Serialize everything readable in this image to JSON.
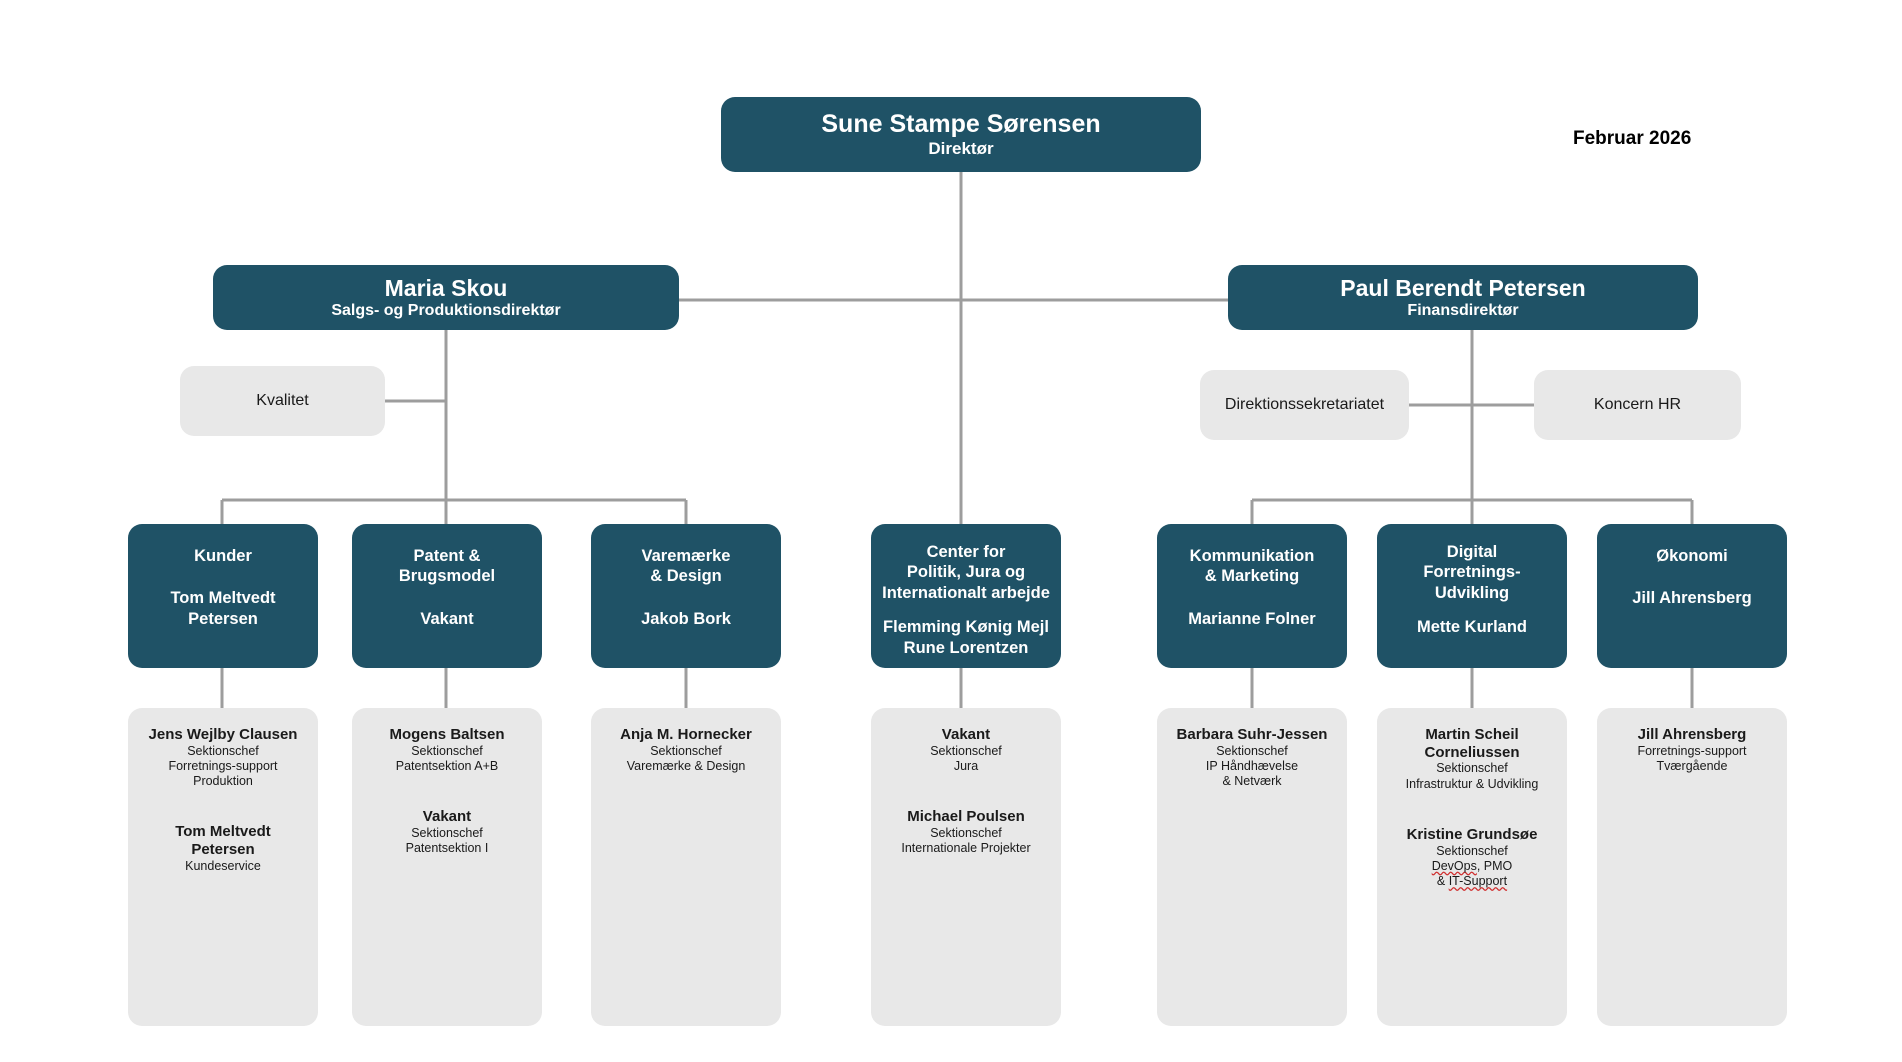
{
  "meta": {
    "date_label": "Februar 2026",
    "colors": {
      "teal": "#1f5266",
      "grey": "#e8e8e8",
      "line": "#9d9d9d",
      "text_dark": "#1a1a1a",
      "text_light": "#ffffff",
      "spellcheck": "#d03030"
    }
  },
  "executive": {
    "name": "Sune Stampe Sørensen",
    "title": "Direktør"
  },
  "directors": [
    {
      "name": "Maria Skou",
      "title": "Salgs- og Produktionsdirektør"
    },
    {
      "name": "Paul Berendt Petersen",
      "title": "Finansdirektør"
    }
  ],
  "staff_units": [
    {
      "label": "Kvalitet"
    },
    {
      "label": "Direktionssekretariatet"
    },
    {
      "label": "Koncern HR"
    }
  ],
  "departments": [
    {
      "title": "Kunder",
      "person": "Tom Meltvedt\nPetersen"
    },
    {
      "title": "Patent &\nBrugsmodel",
      "person": "Vakant"
    },
    {
      "title": "Varemærke\n& Design",
      "person": "Jakob Bork"
    },
    {
      "title": "Center for\nPolitik, Jura og\nInternationalt arbejde",
      "person": "Flemming Kønig Mejl\nRune Lorentzen"
    },
    {
      "title": "Kommunikation\n& Marketing",
      "person": "Marianne Folner"
    },
    {
      "title": "Digital\nForretnings-\nUdvikling",
      "person": "Mette Kurland"
    },
    {
      "title": "Økonomi",
      "person": "Jill Ahrensberg"
    }
  ],
  "sections": [
    {
      "groups": [
        {
          "name": "Jens Wejlby Clausen",
          "roles": [
            "Sektionschef",
            "Forretnings-support",
            "Produktion"
          ]
        },
        {
          "name": "Tom Meltvedt\nPetersen",
          "roles": [
            "Kundeservice"
          ]
        }
      ]
    },
    {
      "groups": [
        {
          "name": "Mogens Baltsen",
          "roles": [
            "Sektionschef",
            "Patentsektion A+B"
          ]
        },
        {
          "name": "Vakant",
          "roles": [
            "Sektionschef",
            "Patentsektion I"
          ]
        }
      ]
    },
    {
      "groups": [
        {
          "name": "Anja M. Hornecker",
          "roles": [
            "Sektionschef",
            "Varemærke & Design"
          ]
        }
      ]
    },
    {
      "groups": [
        {
          "name": "Vakant",
          "roles": [
            "Sektionschef",
            "Jura"
          ]
        },
        {
          "name": "Michael Poulsen",
          "roles": [
            "Sektionschef",
            "Internationale Projekter"
          ]
        }
      ]
    },
    {
      "groups": [
        {
          "name": "Barbara Suhr-Jessen",
          "roles": [
            "Sektionschef",
            "IP Håndhævelse",
            "& Netværk"
          ]
        }
      ]
    },
    {
      "groups": [
        {
          "name": "Martin Scheil\nCorneliussen",
          "roles": [
            "Sektionschef",
            "Infrastruktur & Udvikling"
          ]
        },
        {
          "name": "Kristine Grundsøe",
          "roles": [
            "Sektionschef",
            "DevOps, PMO",
            "& IT-Support"
          ],
          "misspelled": [
            "DevOps",
            "IT-Support"
          ]
        }
      ]
    },
    {
      "groups": [
        {
          "name": "Jill Ahrensberg",
          "roles": [
            "Forretnings-support",
            "Tværgående"
          ]
        }
      ]
    }
  ]
}
